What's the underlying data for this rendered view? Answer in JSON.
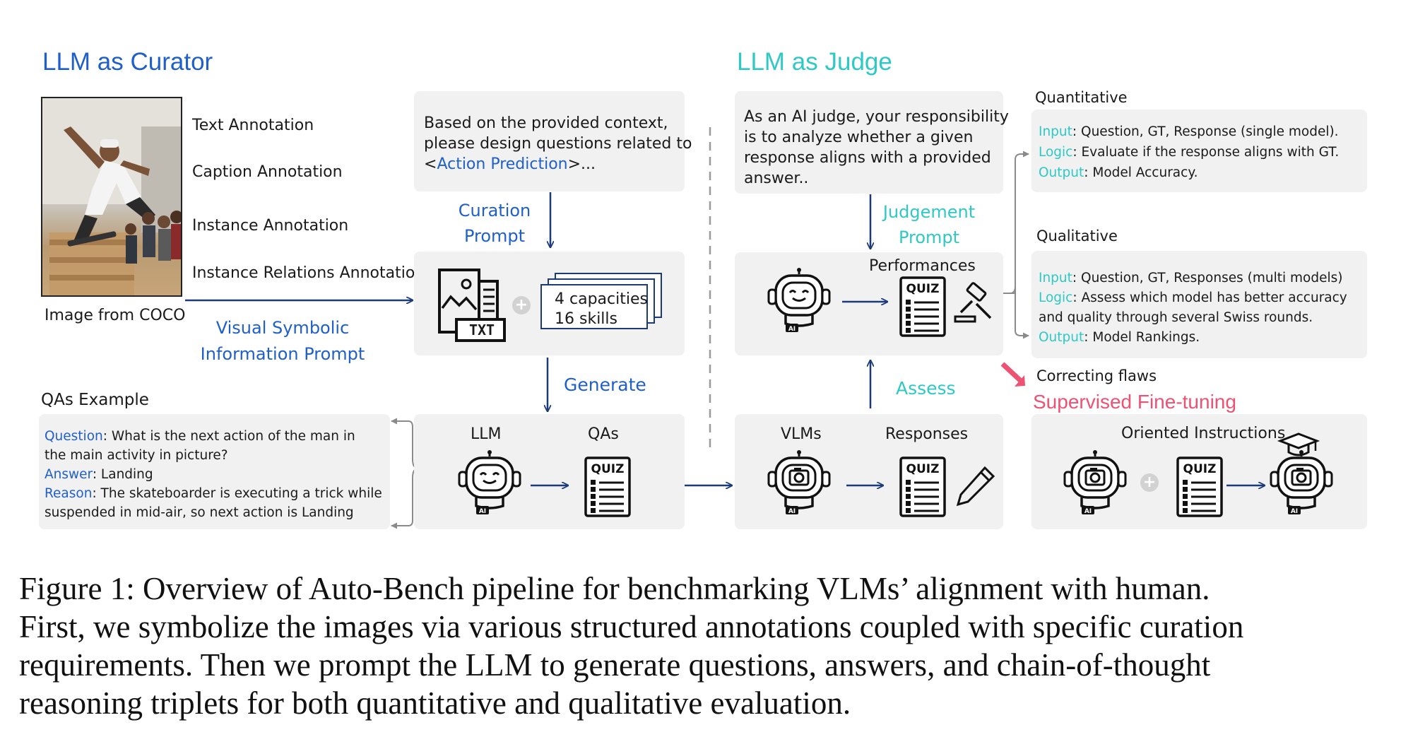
{
  "curator": {
    "title": "LLM as Curator",
    "annotations": [
      "Text Annotation",
      "Caption Annotation",
      "Instance Annotation",
      "Instance Relations Annotation"
    ],
    "image_caption": "Image from COCO",
    "visual_prompt": [
      "Visual Symbolic",
      "Information Prompt"
    ],
    "context_box": {
      "line1": "Based on the provided context,",
      "line2": "please design questions related to",
      "line3_pre": "<",
      "line3_link": "Action Prediction",
      "line3_post": ">..."
    },
    "curation_prompt": [
      "Curation",
      "Prompt"
    ],
    "txt_badge": "TXT",
    "stack_text": [
      "4 capacities",
      "16 skills"
    ],
    "generate": "Generate",
    "llm_label": "LLM",
    "qas_label": "QAs",
    "qas_example_title": "QAs Example",
    "qa": {
      "question_key": "Question",
      "question_text": ": What is the next action of the man in",
      "question_text2": "the main activity in picture?",
      "answer_key": "Answer",
      "answer_text": ": Landing",
      "reason_key": "Reason",
      "reason_text": ": The skateboarder is executing a trick while",
      "reason_text2": "suspended in mid-air, so next action is Landing"
    }
  },
  "judge": {
    "title": "LLM as Judge",
    "judge_box": [
      "As an AI judge, your responsibility",
      "is to analyze whether a given",
      "response aligns with a provided",
      "answer.."
    ],
    "judgement_prompt": [
      "Judgement",
      "Prompt"
    ],
    "performances": "Performances",
    "assess": "Assess",
    "vlms": "VLMs",
    "responses": "Responses",
    "quantitative_title": "Quantitative",
    "quantitative": {
      "input_key": "Input",
      "input_text": ":  Question,  GT, Response (single model).",
      "logic_key": "Logic",
      "logic_text": ": Evaluate if the response aligns with GT.",
      "output_key": "Output",
      "output_text": ": Model Accuracy."
    },
    "qualitative_title": "Qualitative",
    "qualitative": {
      "input_key": "Input",
      "input_text": ":  Question,  GT, Responses (multi models)",
      "logic_key": "Logic",
      "logic_text": ": Assess which model has better accuracy",
      "logic_text2": "and quality through several Swiss rounds.",
      "output_key": "Output",
      "output_text": ": Model Rankings."
    },
    "correcting": "Correcting  flaws",
    "sft": "Supervised Fine-tuning",
    "oriented": "Oriented Instructions"
  },
  "icons": {
    "quiz_label": "QUIZ",
    "ai_label": "AI"
  },
  "caption": {
    "line1": "Figure 1:  Overview of Auto-Bench pipeline for benchmarking VLMs’ alignment with human.",
    "line2": "First, we symbolize the images via various structured annotations coupled with specific curation",
    "line3": "requirements.  Then we prompt the LLM to generate questions, answers, and chain-of-thought",
    "line4": "reasoning triplets for both quantitative and qualitative evaluation."
  },
  "colors": {
    "blue": "#1f5fcc",
    "teal": "#2ec9c4",
    "pink": "#ee5273",
    "panel": "#f1f1f1"
  }
}
